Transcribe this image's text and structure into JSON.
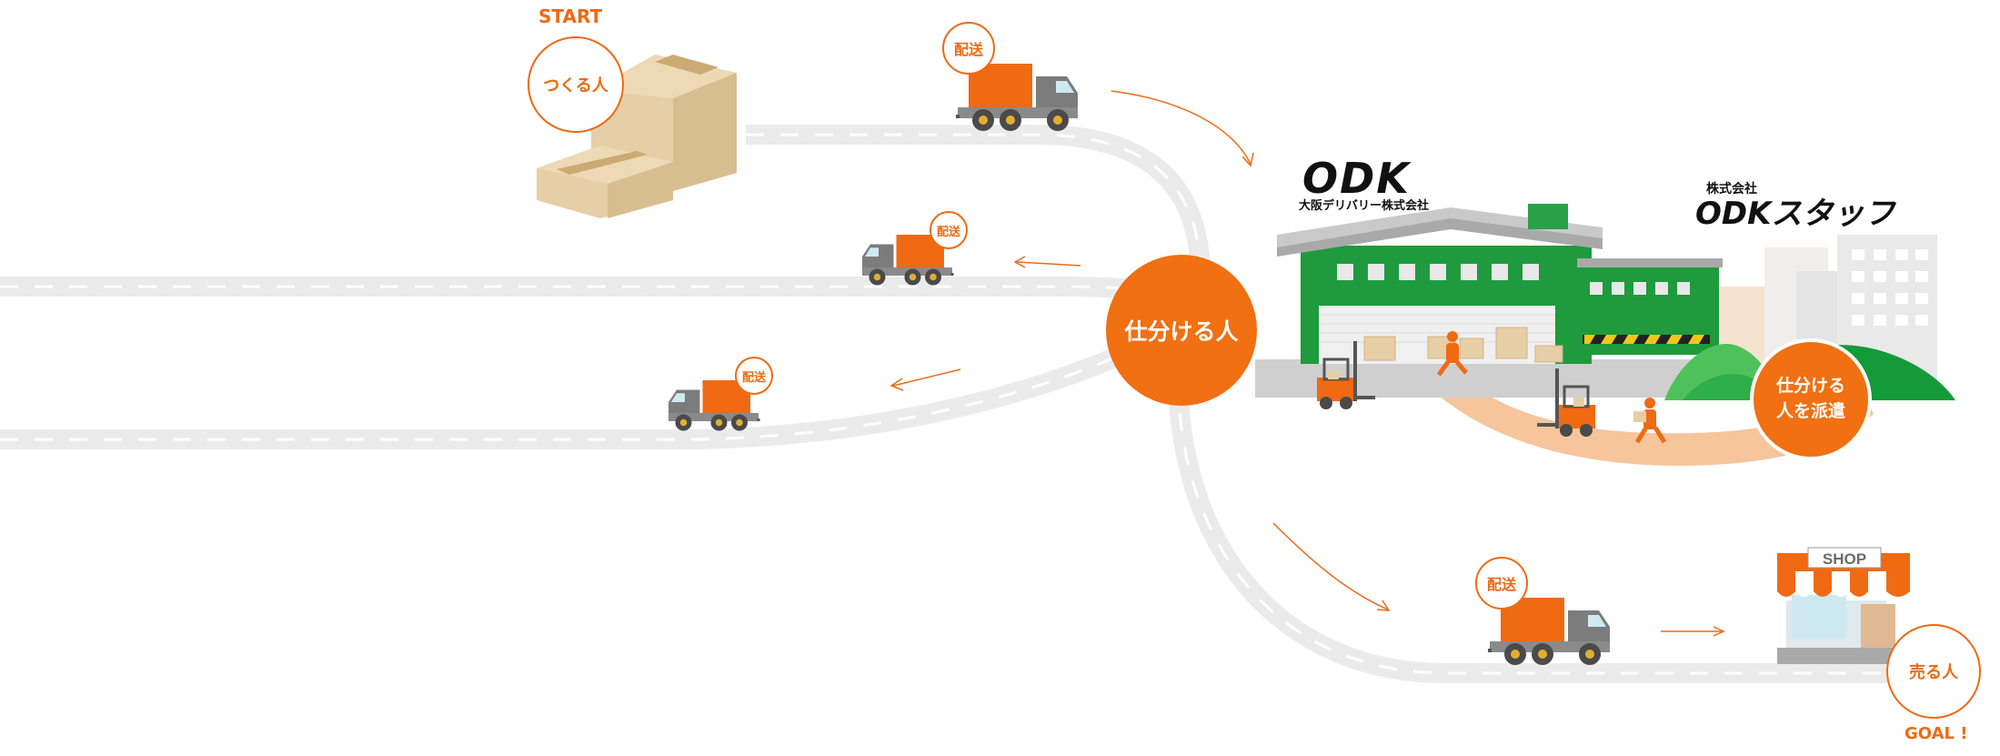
{
  "labels": {
    "start": "START",
    "goal": "GOAL !",
    "maker": "つくる人",
    "seller": "売る人",
    "sorter": "仕分ける人",
    "dispatch_line1": "仕分ける",
    "dispatch_line2": "人を派遣",
    "delivery": "配送",
    "shop_sign": "SHOP"
  },
  "logos": {
    "odk_main": "ODK",
    "odk_main_sub": "大阪デリバリー株式会社",
    "odk_staff_prefix": "株式会社",
    "odk_staff": "ODKスタッフ"
  },
  "colors": {
    "accent": "#ee6a14",
    "road": "#ebebeb",
    "warehouse_green": "#1f9a3c",
    "warehouse_dark": "#2f9c44",
    "truck_cargo": "#f06a14",
    "truck_cab": "#7c7c7c",
    "box": "#e6cea6",
    "path": "#f6c59c"
  },
  "icons": [
    "cardboard-box-icon",
    "truck-icon",
    "arrow-icon",
    "warehouse-icon",
    "forklift-icon",
    "worker-icon",
    "building-icon",
    "hill-icon",
    "shop-icon"
  ]
}
